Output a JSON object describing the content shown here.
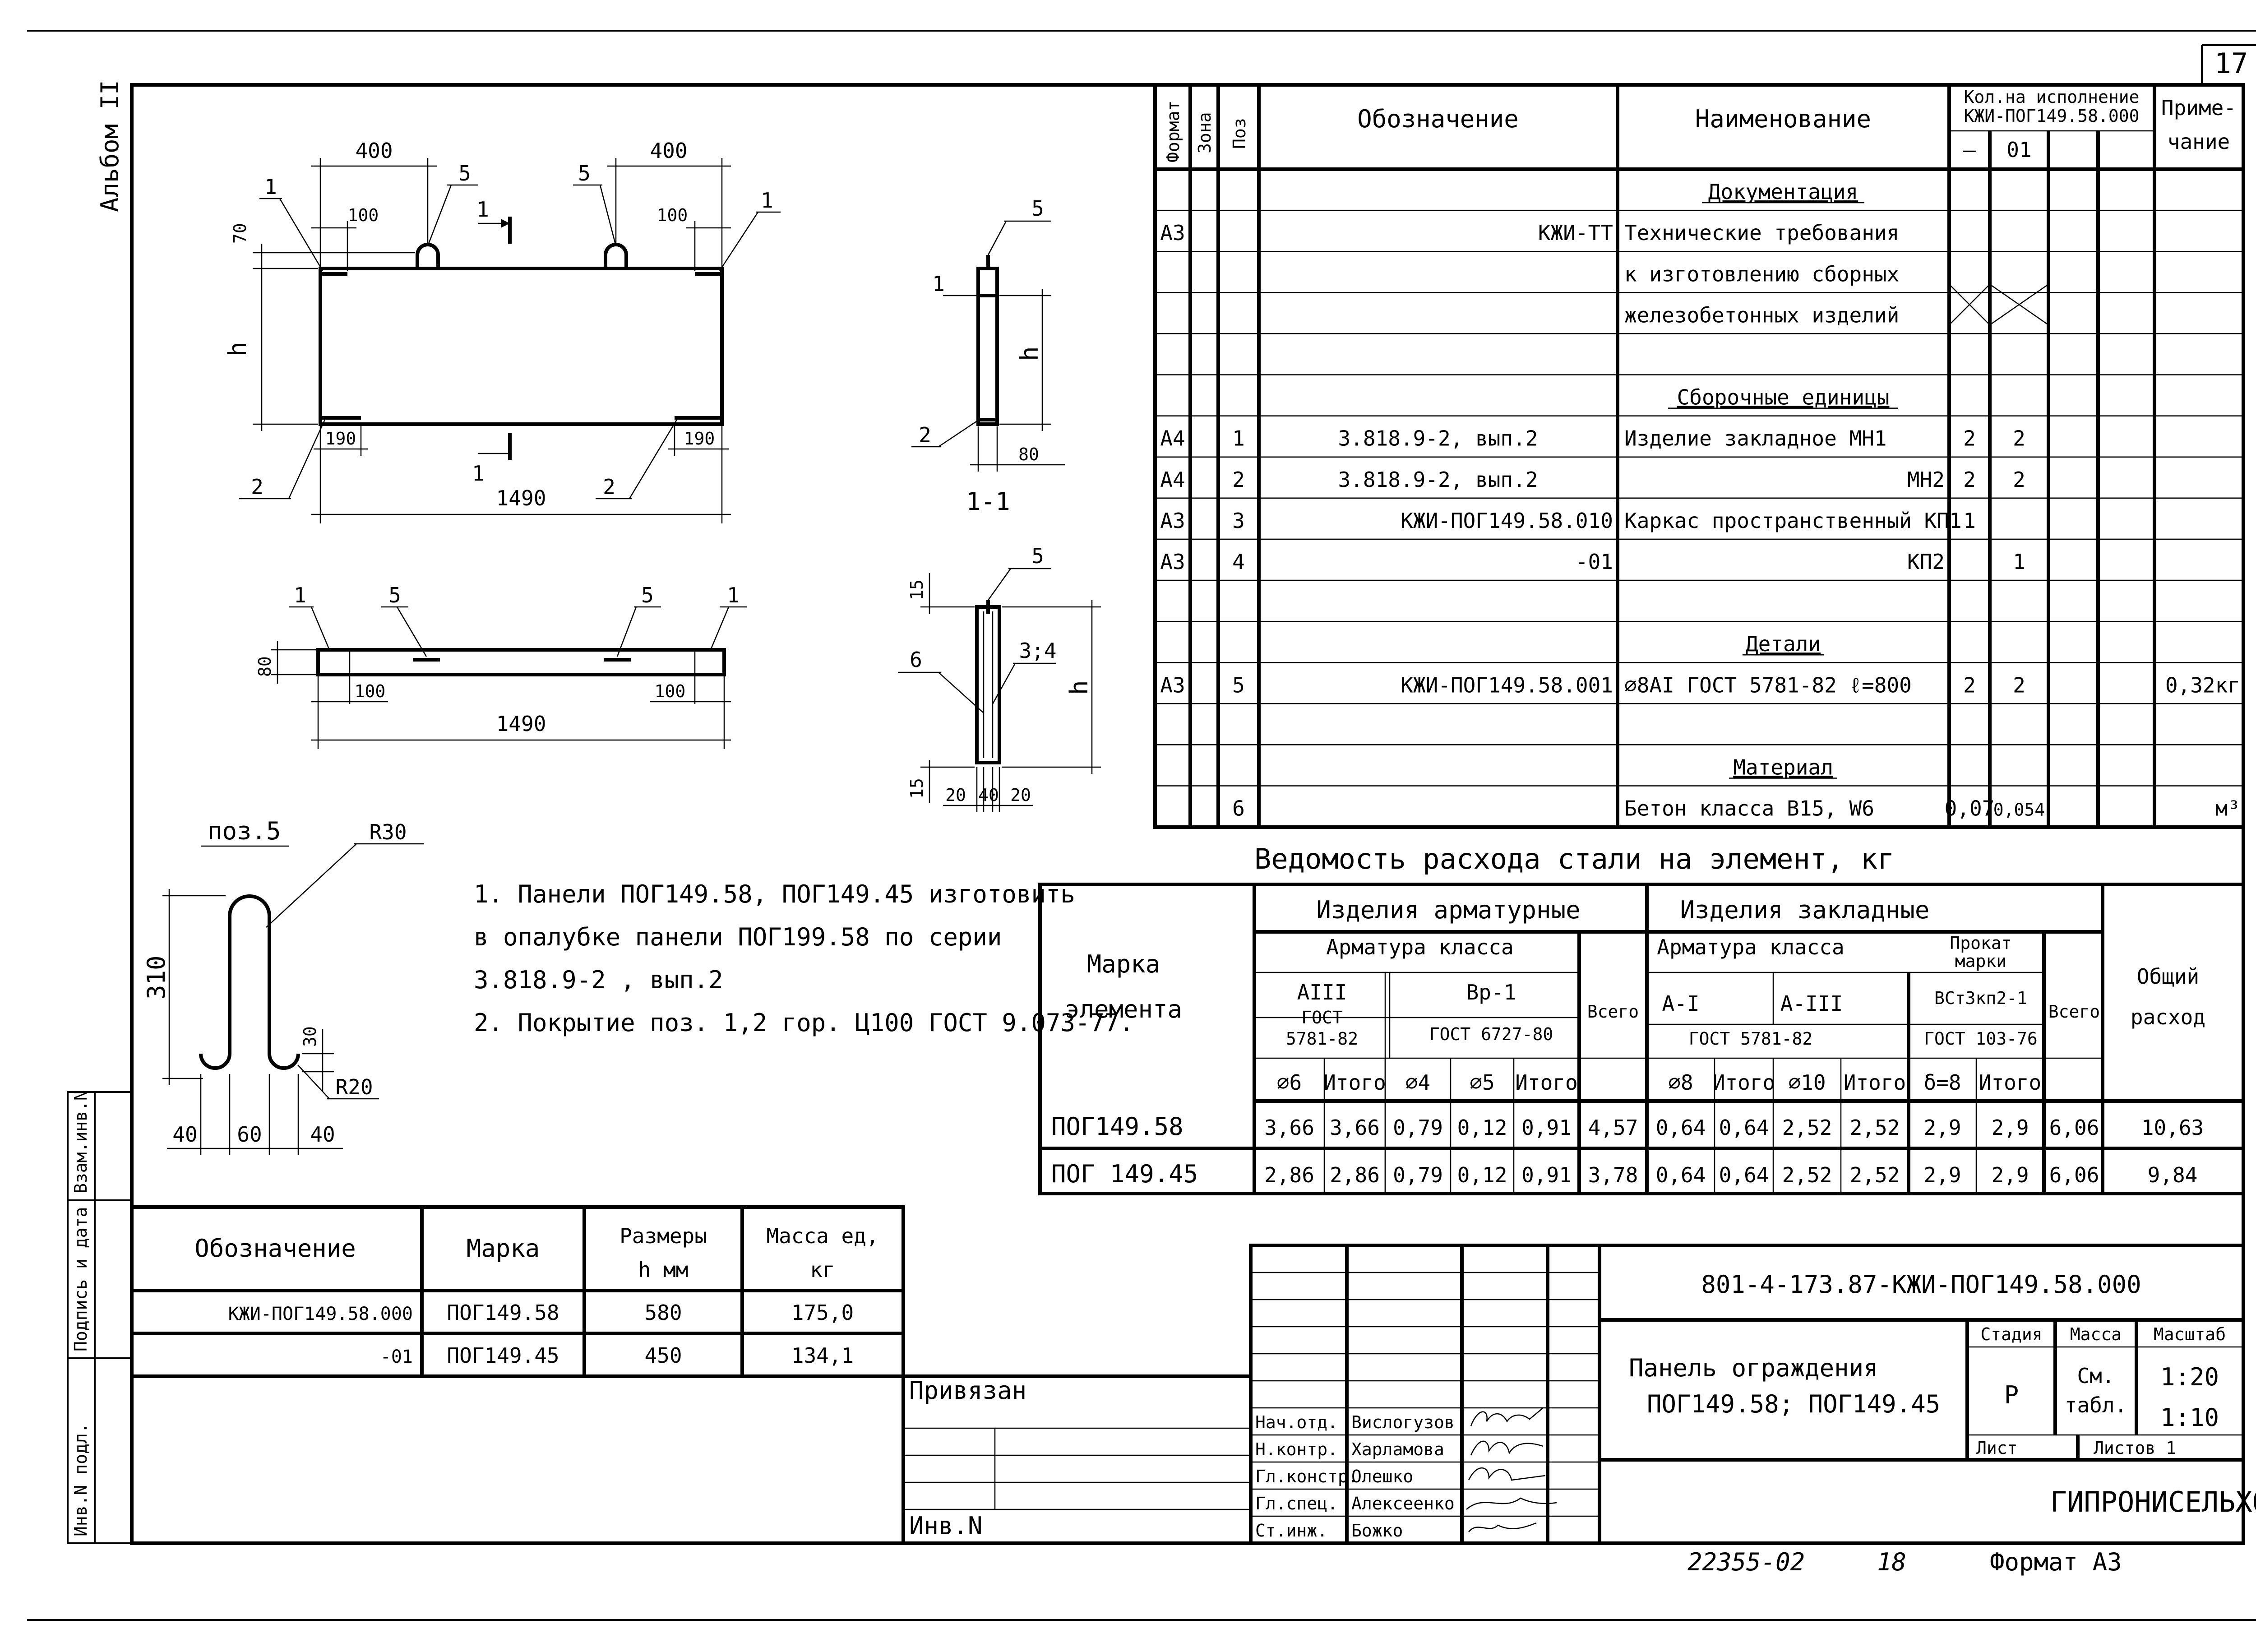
{
  "sheet_number": "17",
  "album_label": "Альбом II",
  "side_stamp": {
    "inv_podl": "Инв.N подл.",
    "podpis": "Подпись и дата",
    "vzam": "Взам.инв.N"
  },
  "drawing": {
    "dims": {
      "d400a": "400",
      "d400b": "400",
      "d100a": "100",
      "d100b": "100",
      "d70": "70",
      "dh": "h",
      "d190a": "190",
      "d190b": "190",
      "d1490": "1490",
      "s_dh": "h",
      "s_d80": "80",
      "p_d80": "80",
      "p_d100a": "100",
      "p_d100b": "100",
      "p_d1490": "1490",
      "d_d15a": "15",
      "d_d15b": "15",
      "d_dh": "h",
      "d_d20a": "20",
      "d_d40": "40",
      "d_d20b": "20",
      "b_310": "310",
      "b_30": "30",
      "b_40a": "40",
      "b_60": "60",
      "b_40b": "40",
      "b_r30": "R30",
      "b_r20": "R20"
    },
    "callouts": {
      "e_1a": "1",
      "e_5a": "5",
      "e_5b": "5",
      "e_1b": "1",
      "e_2a": "2",
      "e_2b": "2",
      "e_sec_top": "1",
      "e_sec_bot": "1",
      "s_5": "5",
      "s_1": "1",
      "s_2": "2",
      "s_title": "1-1",
      "p_1a": "1",
      "p_5a": "5",
      "p_5b": "5",
      "p_1b": "1",
      "d_5": "5",
      "d_34": "3;4",
      "d_6": "6"
    },
    "bar_label": "поз.5"
  },
  "notes": [
    "1. Панели ПОГ149.58, ПОГ149.45 изготовить",
    "в опалубке панели ПОГ199.58 по серии",
    "3.818.9-2 , вып.2",
    "2. Покрытие поз. 1,2 гор. Ц100 ГОСТ 9.073-77."
  ],
  "spec": {
    "h_format": "Формат",
    "h_zona": "Зона",
    "h_poz": "Поз",
    "h_oboz": "Обозначение",
    "h_naim": "Наименование",
    "h_kol": "Кол.на исполнение",
    "h_kol2": "КЖИ-ПОГ149.58.000",
    "h_var1": "—",
    "h_var2": "01",
    "h_prim1": "Приме-",
    "h_prim2": "чание",
    "rows": [
      {
        "fmt": "",
        "poz": "",
        "oboz": "",
        "name": "Документация",
        "q1": "",
        "q2": "",
        "prim": ""
      },
      {
        "fmt": "А3",
        "poz": "",
        "oboz": "КЖИ-ТТ",
        "name": "Технические требования",
        "q1": "",
        "q2": "",
        "prim": ""
      },
      {
        "fmt": "",
        "poz": "",
        "oboz": "",
        "name": "к изготовлению сборных",
        "q1": "",
        "q2": "",
        "prim": ""
      },
      {
        "fmt": "",
        "poz": "",
        "oboz": "",
        "name": "железобетонных изделий",
        "q1": "",
        "q2": "",
        "prim": ""
      },
      {
        "fmt": "",
        "poz": "",
        "oboz": "",
        "name": "",
        "q1": "",
        "q2": "",
        "prim": ""
      },
      {
        "fmt": "",
        "poz": "",
        "oboz": "",
        "name": "Сборочные единицы",
        "q1": "",
        "q2": "",
        "prim": ""
      },
      {
        "fmt": "А4",
        "poz": "1",
        "oboz": "3.818.9-2, вып.2",
        "name": "Изделие закладное МН1",
        "q1": "2",
        "q2": "2",
        "prim": ""
      },
      {
        "fmt": "А4",
        "poz": "2",
        "oboz": "3.818.9-2, вып.2",
        "name": "МН2",
        "q1": "2",
        "q2": "2",
        "prim": ""
      },
      {
        "fmt": "А3",
        "poz": "3",
        "oboz": "КЖИ-ПОГ149.58.010",
        "name": "Каркас пространственный КП1",
        "q1": "1",
        "q2": "",
        "prim": ""
      },
      {
        "fmt": "А3",
        "poz": "4",
        "oboz": "-01",
        "name": "КП2",
        "q1": "",
        "q2": "1",
        "prim": ""
      },
      {
        "fmt": "",
        "poz": "",
        "oboz": "",
        "name": "",
        "q1": "",
        "q2": "",
        "prim": ""
      },
      {
        "fmt": "",
        "poz": "",
        "oboz": "",
        "name": "Детали",
        "q1": "",
        "q2": "",
        "prim": ""
      },
      {
        "fmt": "А3",
        "poz": "5",
        "oboz": "КЖИ-ПОГ149.58.001",
        "name": "∅8АI ГОСТ 5781-82 ℓ=800",
        "q1": "2",
        "q2": "2",
        "prim": "0,32кг"
      },
      {
        "fmt": "",
        "poz": "",
        "oboz": "",
        "name": "",
        "q1": "",
        "q2": "",
        "prim": ""
      },
      {
        "fmt": "",
        "poz": "",
        "oboz": "",
        "name": "Материал",
        "q1": "",
        "q2": "",
        "prim": ""
      },
      {
        "fmt": "",
        "poz": "6",
        "oboz": "",
        "name": "Бетон класса В15, W6",
        "q1": "0,07",
        "q2": "0,054",
        "prim": "м³"
      }
    ]
  },
  "steel": {
    "title": "Ведомость расхода стали на элемент, кг",
    "h_marka1": "Марка",
    "h_marka2": "элемента",
    "h_arm": "Изделия арматурные",
    "h_zakl": "Изделия закладные",
    "h_arm_class": "Арматура класса",
    "h_zakl_class": "Арматура класса",
    "h_prokat1": "Прокат",
    "h_prokat2": "марки",
    "h_aiii": "АIII",
    "h_vr1": "Вр-1",
    "h_ai": "А-I",
    "h_aiii2": "А-III",
    "h_vst": "ВСт3кп2-1",
    "h_gost5781a": "ГОСТ",
    "h_gost5781b": "5781-82",
    "h_gost6727": "ГОСТ 6727-80",
    "h_gost5781c": "ГОСТ 5781-82",
    "h_gost103": "ГОСТ 103-76",
    "h_vsego1": "Всего",
    "h_vsego2": "Всего",
    "h_obsh1": "Общий",
    "h_obsh2": "расход",
    "c": [
      "∅6",
      "Итого",
      "∅4",
      "∅5",
      "Итого",
      "∅8",
      "Итого",
      "∅10",
      "Итого",
      "δ=8",
      "Итого"
    ],
    "rows": [
      {
        "mark": "ПОГ149.58",
        "v": [
          "3,66",
          "3,66",
          "0,79",
          "0,12",
          "0,91",
          "4,57",
          "0,64",
          "0,64",
          "2,52",
          "2,52",
          "2,9",
          "2,9",
          "6,06",
          "10,63"
        ]
      },
      {
        "mark": "ПОГ 149.45",
        "v": [
          "2,86",
          "2,86",
          "0,79",
          "0,12",
          "0,91",
          "3,78",
          "0,64",
          "0,64",
          "2,52",
          "2,52",
          "2,9",
          "2,9",
          "6,06",
          "9,84"
        ]
      }
    ]
  },
  "marks": {
    "h_oboz": "Обозначение",
    "h_marka": "Марка",
    "h_razm1": "Размеры",
    "h_razm2": "h мм",
    "h_massa1": "Масса ед,",
    "h_massa2": "кг",
    "rows": [
      {
        "oboz": "КЖИ-ПОГ149.58.000",
        "marka": "ПОГ149.58",
        "h": "580",
        "m": "175,0"
      },
      {
        "oboz": "-01",
        "marka": "ПОГ149.45",
        "h": "450",
        "m": "134,1"
      }
    ]
  },
  "title_block": {
    "privyazan": "Привязан",
    "inv": "Инв.N",
    "doc_number": "801-4-173.87-КЖИ-ПОГ149.58.000",
    "title1": "Панель ограждения",
    "title2": "ПОГ149.58; ПОГ149.45",
    "h_stadia": "Стадия",
    "h_massa": "Масса",
    "h_masshtab": "Масштаб",
    "stadia": "Р",
    "massa1": "См.",
    "massa2": "табл.",
    "scale1": "1:20",
    "scale2": "1:10",
    "list": "Лист",
    "listov": "Листов 1",
    "org": "ГИПРОНИСЕЛЬХОЗ",
    "roles": [
      {
        "role": "Нач.отд.",
        "name": "Вислогузов"
      },
      {
        "role": "Н.контр.",
        "name": "Харламова"
      },
      {
        "role": "Гл.констр.",
        "name": "Олешко"
      },
      {
        "role": "Гл.спец.",
        "name": "Алексеенко"
      },
      {
        "role": "Ст.инж.",
        "name": "Божко"
      }
    ]
  },
  "footer": {
    "code": "22355-02",
    "page": "18",
    "format": "Формат А3"
  }
}
